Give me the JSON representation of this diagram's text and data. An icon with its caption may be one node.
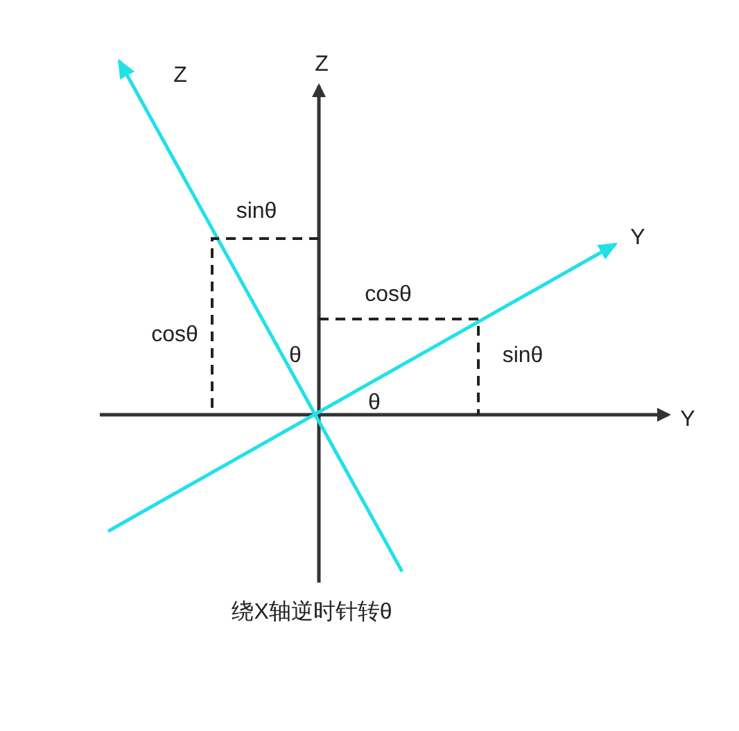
{
  "diagram": {
    "caption": "绕X轴逆时针转θ",
    "labels": [
      "Z",
      "Z",
      "sinθ",
      "Y",
      "cosθ",
      "cosθ",
      "θ",
      "sinθ",
      "θ",
      "Y"
    ]
  }
}
